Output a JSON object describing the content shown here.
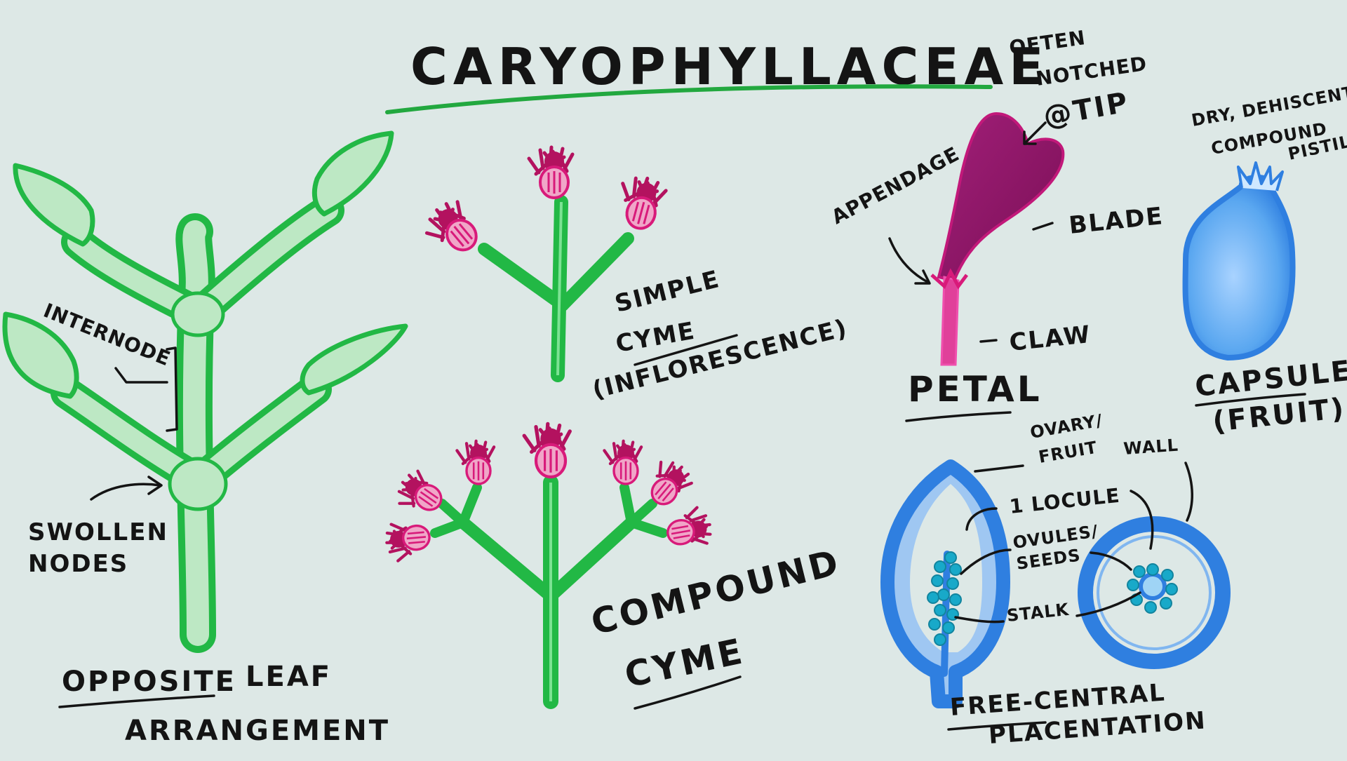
{
  "title": "Caryophyllaceae",
  "leaf_arrangement": {
    "internode": "Internode",
    "swollen": "Swollen",
    "nodes": "Nodes",
    "caption_1": "Opposite",
    "caption_2": "Leaf",
    "caption_3": "Arrangement"
  },
  "simple_cyme": {
    "line_1": "Simple",
    "line_2": "Cyme",
    "line_3": "(Inflorescence)"
  },
  "compound_cyme": {
    "line_1": "Compound",
    "line_2": "Cyme"
  },
  "petal": {
    "note_1": "Often",
    "note_2": "Notched",
    "note_3": "@Tip",
    "appendage": "Appendage",
    "blade": "Blade",
    "claw": "Claw",
    "caption": "Petal"
  },
  "capsule": {
    "note_1": "Dry, Dehiscent,",
    "note_2": "Compound",
    "note_3": "Pistil",
    "caption_1": "Capsule",
    "caption_2": "(Fruit)"
  },
  "placentation": {
    "wall_1": "Ovary/",
    "wall_2": "Fruit",
    "wall_3": "Wall",
    "locule": "1 Locule",
    "ovules_1": "Ovules/",
    "ovules_2": "Seeds",
    "stalk": "Stalk",
    "caption_1": "Free-Central",
    "caption_2": "Placentation"
  },
  "colors": {
    "background": "#dde8e6",
    "stem_green": "#22b845",
    "leaf_fill": "#bde8c4",
    "flower_magenta": "#b3125f",
    "petal_purple": "#9c1a6f",
    "capsule_blue": "#2f7fe0",
    "seed_teal": "#18a9c9",
    "ink": "#141414"
  }
}
